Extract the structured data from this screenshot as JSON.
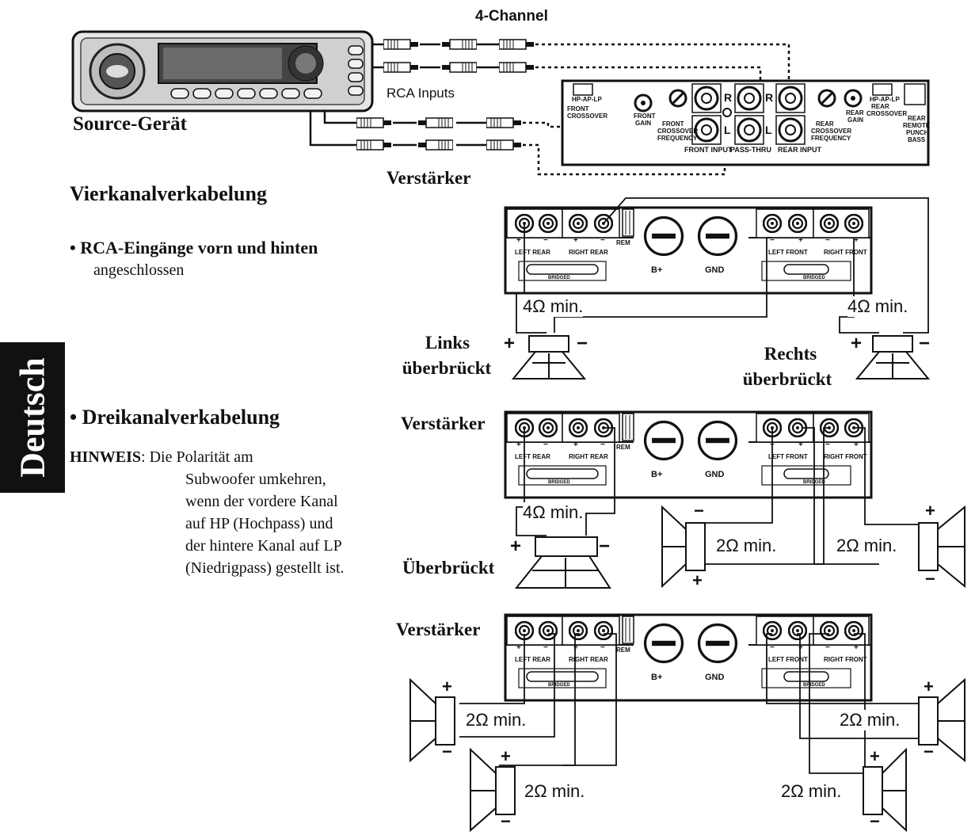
{
  "header": {
    "title": "4-Channel",
    "source_label": "Source-Gerät",
    "rca_inputs_label": "RCA Inputs",
    "amp_label_top": "Verstärker"
  },
  "side_tab": {
    "label": "Deutsch"
  },
  "left_text": {
    "four_channel_heading": "Vierkanalverkabelung",
    "four_channel_bullet": "• RCA-Eingänge vorn und hinten",
    "four_channel_bullet_cont": "angeschlossen",
    "three_channel_heading": "• Dreikanalverkabelung",
    "note_label": "HINWEIS",
    "note_lines": [
      ": Die Polarität am",
      "Subwoofer umkehren,",
      "wenn der vordere Kanal",
      "auf HP (Hochpass) und",
      "der hintere Kanal auf LP",
      "(Niedrigpass) gestellt ist."
    ]
  },
  "top_amp": {
    "hp_ap_lp_front": "HP-AP-LP",
    "front_crossover": [
      "FRONT",
      "CROSSOVER"
    ],
    "front_gain": [
      "FRONT",
      "GAIN"
    ],
    "front_crossover_frequency": [
      "FRONT",
      "CROSSOVER",
      "FREQUENCY"
    ],
    "r": "R",
    "l": "L",
    "front_input": "FRONT INPUT",
    "pass_thru": "PASS-THRU",
    "rear_input": "REAR INPUT",
    "rear_crossover_frequency": [
      "REAR",
      "CROSSOVER",
      "FREQUENCY"
    ],
    "rear_gain": [
      "REAR",
      "GAIN"
    ],
    "hp_ap_lp_rear": "HP-AP-LP",
    "rear_crossover": [
      "REAR",
      "CROSSOVER"
    ],
    "rear_remote": [
      "REAR",
      "REMOTE",
      "PUNCH",
      "BASS"
    ]
  },
  "amp_panel": {
    "left_rear": "LEFT REAR",
    "right_rear": "RIGHT REAR",
    "left_front": "LEFT FRONT",
    "right_front": "RIGHT FRONT",
    "bridged": "BRIDGED",
    "rem": "REM",
    "bplus": "B+",
    "gnd": "GND",
    "plus": "+",
    "minus": "−"
  },
  "diagram1": {
    "amp_label": "Verstärker",
    "ohm_left": "4Ω min.",
    "ohm_right": "4Ω min.",
    "left_speaker": [
      "Links",
      "überbrückt"
    ],
    "right_speaker": [
      "Rechts",
      "überbrückt"
    ]
  },
  "diagram2": {
    "amp_label": "Verstärker",
    "ohm_bridged": "4Ω min.",
    "bridged_speaker": "Überbrückt",
    "ohm_mid": "2Ω min.",
    "ohm_right": "2Ω min."
  },
  "diagram3": {
    "amp_label": "Verstärker",
    "ohm_ul": "2Ω min.",
    "ohm_ll": "2Ω min.",
    "ohm_ur": "2Ω min.",
    "ohm_lr": "2Ω min."
  }
}
